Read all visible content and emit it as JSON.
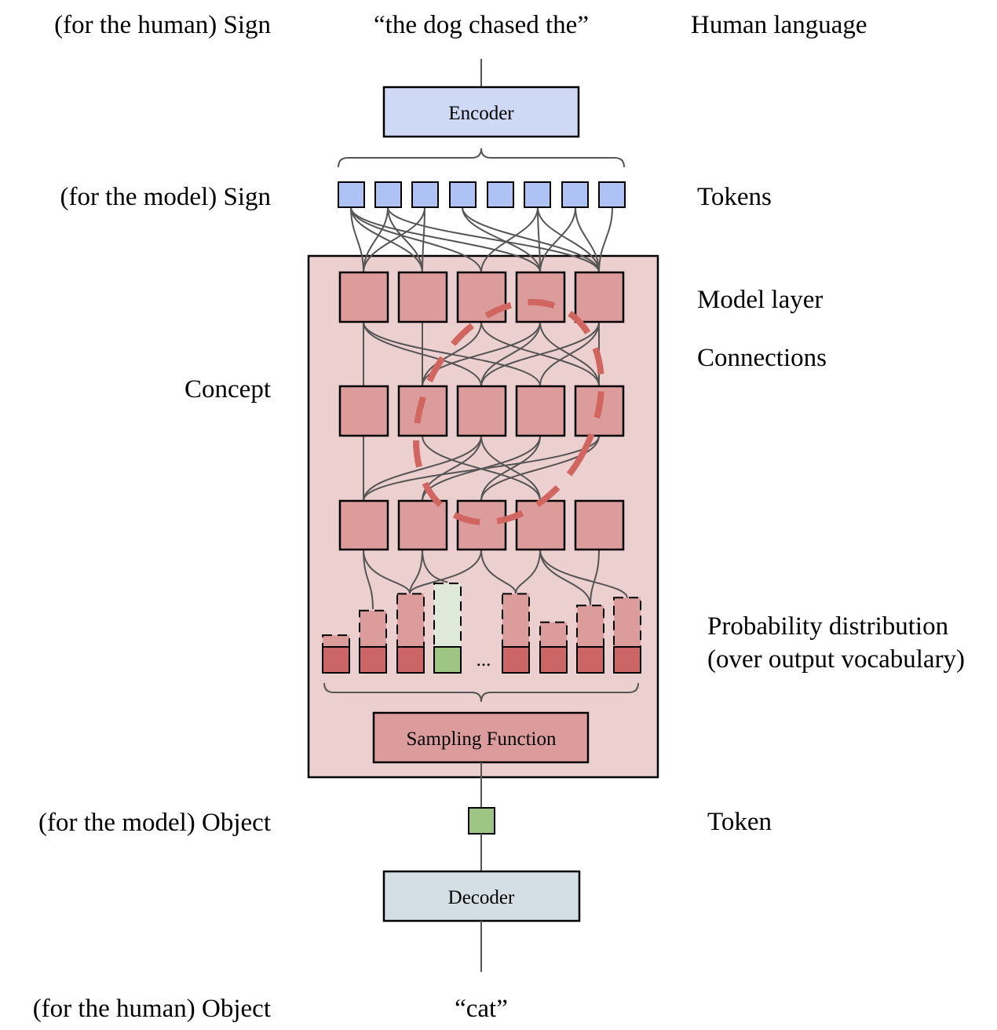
{
  "labels": {
    "left": {
      "human_sign": "(for the human) Sign",
      "model_sign": "(for the model) Sign",
      "concept": "Concept",
      "model_object": "(for the model) Object",
      "human_object": "(for the human) Object"
    },
    "center": {
      "input_text": "“the dog chased the”",
      "output_text": "“cat”",
      "ellipsis": "..."
    },
    "right": {
      "human_language": "Human language",
      "tokens": "Tokens",
      "model_layer": "Model layer",
      "connections": "Connections",
      "prob_line1": "Probability distribution",
      "prob_line2": "(over output vocabulary)",
      "token": "Token"
    }
  },
  "boxes": {
    "encoder": "Encoder",
    "sampling": "Sampling Function",
    "decoder": "Decoder"
  },
  "colors": {
    "encoder_fill": "#cdd9f5",
    "token_fill": "#aec2f5",
    "panel_fill": "#eccfcf",
    "node_fill": "#dd9c9c",
    "bar_solid": "#cc6666",
    "bar_dashed": "#dd9c9c",
    "bar_selected": "#9fc584",
    "bar_selected_ghost": "#dfe9d9",
    "decoder_fill": "#d3dfe4",
    "circle_stroke": "#d0665f",
    "edge": "#555555"
  },
  "probability": {
    "solid_levels": [
      1,
      1,
      1,
      1,
      1,
      1,
      1,
      1
    ],
    "dashed_levels": [
      0.45,
      1.4,
      2.05,
      2.45,
      2.05,
      0.95,
      1.6,
      1.9
    ],
    "selected_index": 3
  }
}
